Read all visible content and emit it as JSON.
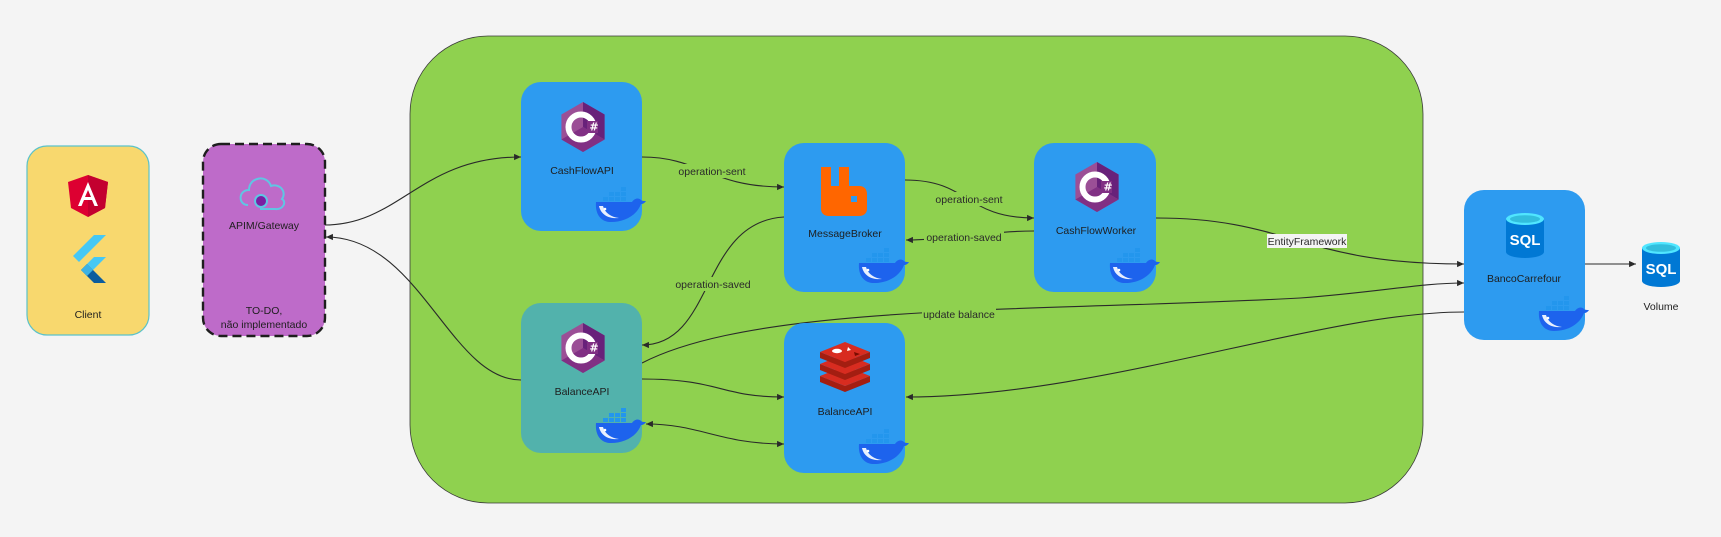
{
  "nodes": {
    "client": {
      "label": "Client",
      "icons": [
        "angular-icon",
        "flutter-icon"
      ]
    },
    "gateway": {
      "label": "APIM/Gateway",
      "note_line1": "TO-DO,",
      "note_line2": "não implementado",
      "icon": "cloud-api-icon"
    },
    "cashflow_api": {
      "label": "CashFlowAPI",
      "icon": "csharp-icon"
    },
    "message_broker": {
      "label": "MessageBroker",
      "icon": "rabbitmq-icon"
    },
    "cashflow_worker": {
      "label": "CashFlowWorker",
      "icon": "csharp-icon"
    },
    "balance_api": {
      "label": "BalanceAPI",
      "icon": "csharp-icon"
    },
    "balance_cache": {
      "label": "BalanceAPI",
      "icon": "redis-icon"
    },
    "database": {
      "label": "BancoCarrefour",
      "icon": "sql-database-icon",
      "icon_text": "SQL"
    },
    "volume": {
      "label": "Volume",
      "icon": "sql-database-icon",
      "icon_text": "SQL"
    }
  },
  "edges": {
    "api_to_broker": "operation-sent",
    "broker_to_worker": "operation-sent",
    "worker_to_broker": "operation-saved",
    "broker_to_balance": "operation-saved",
    "worker_to_db": "EntityFramework",
    "balance_to_db": "update balance"
  },
  "colors": {
    "cluster": "#8fd14f",
    "service": "#2d9bf0",
    "service_alt": "#52b2ac",
    "client": "#f8d86e",
    "gateway": "#be6bc9",
    "csharp": "#68217a",
    "rabbitmq": "#ff6600",
    "redis": "#d82c20",
    "angular": "#dd0031",
    "flutter": "#46c8f5",
    "docker": "#1d63ed"
  }
}
